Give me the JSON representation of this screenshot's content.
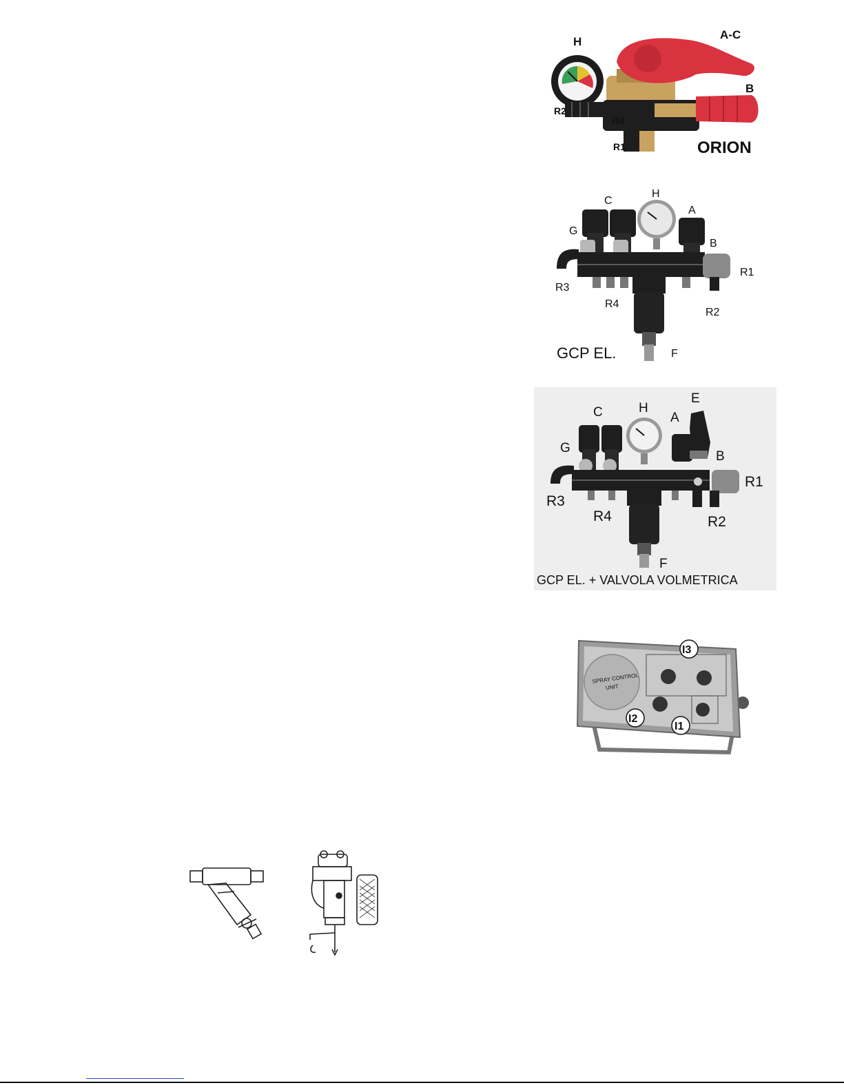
{
  "figures": {
    "orion": {
      "title": "ORION",
      "labels": {
        "h": "H",
        "ac": "A-C",
        "b": "B",
        "r2": "R2",
        "r4": "R4",
        "r1": "R1"
      }
    },
    "gcp_el": {
      "title": "GCP EL.",
      "labels": {
        "c": "C",
        "h": "H",
        "a": "A",
        "g": "G",
        "b": "B",
        "r1": "R1",
        "r3": "R3",
        "r4": "R4",
        "r2": "R2",
        "f": "F"
      }
    },
    "gcp_el_volmetrica": {
      "title": "GCP EL. + VALVOLA VOLMETRICA",
      "labels": {
        "c": "C",
        "h": "H",
        "e": "E",
        "a": "A",
        "g": "G",
        "b": "B",
        "r1": "R1",
        "r3": "R3",
        "r4": "R4",
        "r2": "R2",
        "f": "F"
      }
    },
    "control_unit": {
      "panel_text_line1": "SPRAY CONTROL",
      "panel_text_line2": "UNIT",
      "labels": {
        "i1": "I1",
        "i2": "I2",
        "i3": "I3"
      }
    }
  },
  "colors": {
    "handle_red": "#d9333f",
    "brass": "#c9a25f",
    "body_black": "#1e1e1e",
    "photo_bg": "#eeeeee",
    "link_blue": "#2a3fcf"
  }
}
